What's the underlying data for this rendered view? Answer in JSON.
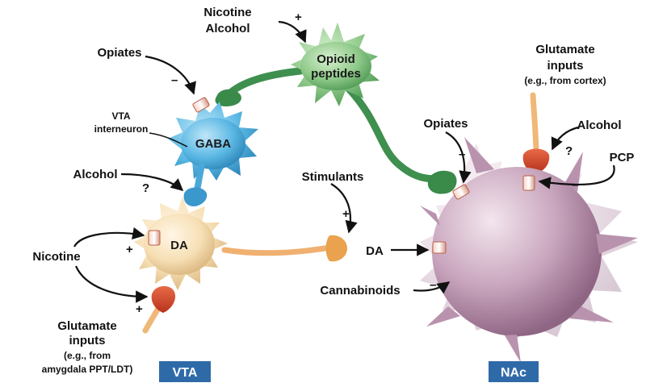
{
  "labels": {
    "nicotine_alcohol_top_1": "Nicotine",
    "nicotine_alcohol_top_2": "Alcohol",
    "opioid_peptides_1": "Opioid",
    "opioid_peptides_2": "peptides",
    "opiates_vta": "Opiates",
    "vta_interneuron_1": "VTA",
    "vta_interneuron_2": "interneuron",
    "gaba": "GABA",
    "alcohol_left": "Alcohol",
    "da_cell": "DA",
    "nicotine_left": "Nicotine",
    "glutamate_left_1": "Glutamate",
    "glutamate_left_2": "inputs",
    "glutamate_left_3": "(e.g., from",
    "glutamate_left_4": "amygdala PPT/LDT)",
    "stimulants": "Stimulants",
    "da_release": "DA",
    "cannabinoids": "Cannabinoids",
    "opiates_nac": "Opiates",
    "glutamate_right_1": "Glutamate",
    "glutamate_right_2": "inputs",
    "glutamate_right_3": "(e.g., from cortex)",
    "alcohol_right": "Alcohol",
    "pcp": "PCP"
  },
  "signs": {
    "nicotine_alcohol_top": "+",
    "opiates_vta": "–",
    "alcohol_left": "?",
    "nicotine_da": "+",
    "nicotine_glutamate": "+",
    "stimulants": "+",
    "cannabinoids": "–",
    "opiates_nac": "–",
    "alcohol_right": "?",
    "pcp": "–"
  },
  "regions": {
    "vta": "VTA",
    "nac": "NAc"
  },
  "colors": {
    "gaba_cell": "#5bb8e4",
    "opioid_cell": "#8fc98a",
    "da_cell": "#f6dfb4",
    "nac_cell": "#c9a6be",
    "green_axon": "#3f8f4f",
    "orange_axon": "#f0b070",
    "red_terminal": "#d8452c",
    "region_box": "#2f6aa8"
  }
}
